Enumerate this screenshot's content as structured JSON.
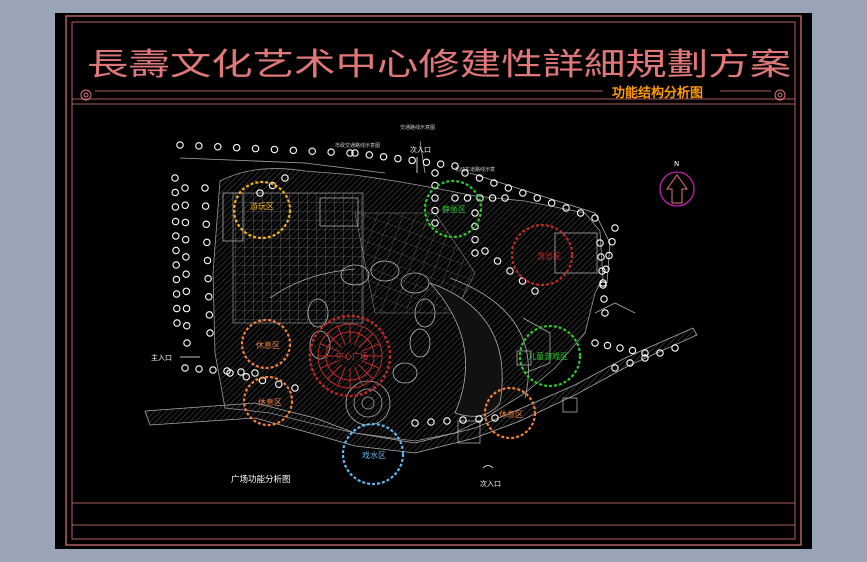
{
  "colors": {
    "window_bg": "#99a4b7",
    "canvas_bg": "#000000",
    "frame": "#e0787a",
    "title": "#e0787a",
    "subtitle": "#ff9a00",
    "trees": "#ffffff",
    "green_zone": "#2cc82c",
    "red_zone": "#c02828",
    "orange_zone": "#f08040",
    "yellow_zone": "#f0b020",
    "cyan_zone": "#60b8f0",
    "magenta_zone": "#c020b0"
  },
  "title": "長壽文化艺术中心修建性詳細規劃方案",
  "subtitle": "功能结构分析图",
  "north_label": "N",
  "caption": "广场功能分析图",
  "entrances": {
    "main": "主入口",
    "secondary_top": "次入口",
    "secondary_bottom": "次入口"
  },
  "zones": [
    {
      "key": "play_top",
      "label": "游玩区",
      "color": "yellow_zone"
    },
    {
      "key": "quiet",
      "label": "静坐区",
      "color": "green_zone"
    },
    {
      "key": "tour",
      "label": "游览区",
      "color": "red_zone"
    },
    {
      "key": "rest_1",
      "label": "休息区",
      "color": "orange_zone"
    },
    {
      "key": "central",
      "label": "中心广场",
      "color": "red_zone"
    },
    {
      "key": "rest_2",
      "label": "休息区",
      "color": "orange_zone"
    },
    {
      "key": "kids",
      "label": "儿童游戏区",
      "color": "green_zone"
    },
    {
      "key": "rest_3",
      "label": "休息区",
      "color": "orange_zone"
    },
    {
      "key": "water",
      "label": "戏水区",
      "color": "cyan_zone"
    }
  ],
  "road_labels": [
    "交通路线示意图",
    "市政交通路线示意图",
    "机动车道路线示意"
  ]
}
